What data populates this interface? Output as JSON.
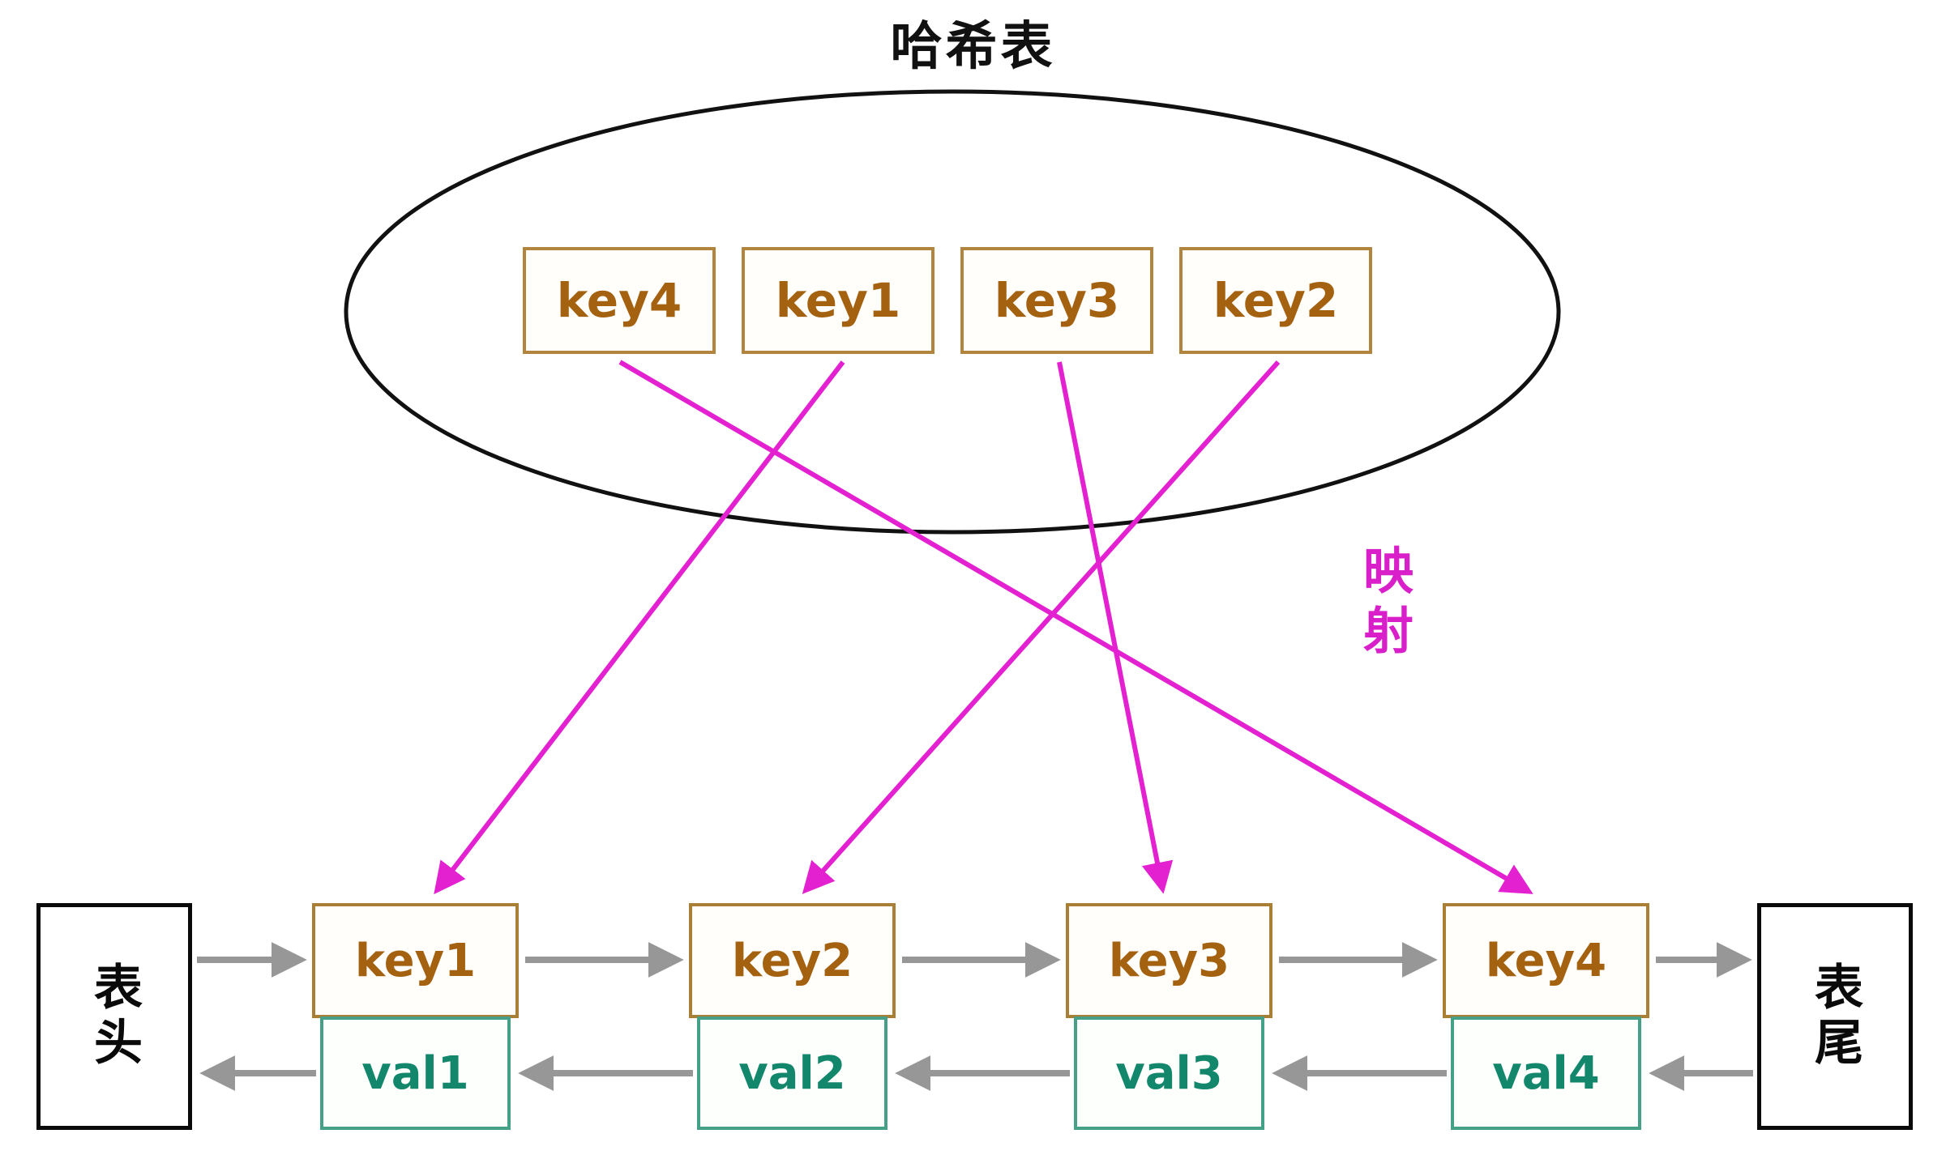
{
  "title": "哈希表",
  "map_label": "映射",
  "ellipse": {
    "hash_keys": [
      "key4",
      "key1",
      "key3",
      "key2"
    ]
  },
  "list": {
    "head_label": "表头",
    "tail_label": "表尾",
    "nodes": [
      {
        "key": "key1",
        "val": "val1"
      },
      {
        "key": "key2",
        "val": "val2"
      },
      {
        "key": "key3",
        "val": "val3"
      },
      {
        "key": "key4",
        "val": "val4"
      }
    ]
  },
  "mappings": [
    {
      "from": "key4",
      "to": "key4"
    },
    {
      "from": "key1",
      "to": "key1"
    },
    {
      "from": "key3",
      "to": "key3"
    },
    {
      "from": "key2",
      "to": "key2"
    }
  ],
  "colors": {
    "key_text": "#a4610f",
    "key_border": "#b1853e",
    "val_text": "#13876b",
    "val_border": "#44a188",
    "mapping_arrow": "#e321d0",
    "map_label_text": "#d81fc9",
    "link_arrow": "#979797",
    "outline_black": "#111111",
    "background": "#ffffff"
  }
}
